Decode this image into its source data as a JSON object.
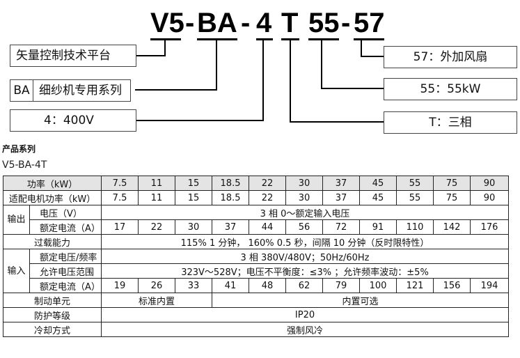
{
  "model_code": {
    "parts": [
      "V5",
      "-",
      "BA",
      "-",
      "4",
      "T",
      "55",
      "-",
      "57"
    ]
  },
  "boxes": {
    "platform": "矢量控制技术平台",
    "ba_code": "BA",
    "ba_desc": "细纱机专用系列",
    "voltage_code": "4：",
    "voltage_value": "400V",
    "fan_code": "57：",
    "fan_desc": "外加风扇",
    "power_code": "55：",
    "power_desc": "55kW",
    "phase_code": "T：",
    "phase_desc": "三相"
  },
  "section": {
    "title": "产品系列",
    "series": "V5-BA-4T"
  },
  "table": {
    "power_row_label": "功率（kW）",
    "motor_row_label": "适配电机功率（kW）",
    "powers": [
      "7.5",
      "11",
      "15",
      "18.5",
      "22",
      "30",
      "37",
      "45",
      "55",
      "75",
      "90"
    ],
    "motor_powers": [
      "7.5",
      "11",
      "15",
      "18.5",
      "22",
      "30",
      "37",
      "45",
      "55",
      "75",
      "90"
    ],
    "output_group": "输出",
    "out_voltage_label": "电压（V）",
    "out_voltage_value": "3 相 0～额定输入电压",
    "out_current_label": "额定电流（A）",
    "out_currents": [
      "17",
      "22",
      "30",
      "37",
      "44",
      "56",
      "72",
      "91",
      "110",
      "142",
      "176"
    ],
    "overload_label": "过载能力",
    "overload_value": "115%  1 分钟，  160%  0.5 秒，间隔  10 分钟（反时限特性）",
    "input_group": "输入",
    "in_voltage_label": "额定电压/频率",
    "in_voltage_value": "3 相 380V/480V；50Hz/60Hz",
    "in_range_label": "允许电压范围",
    "in_range_value": "323V～528V；电压不平衡度：≤3% ；允许频率波动：±5%",
    "in_current_label": "额定电流（A）",
    "in_currents": [
      "19",
      "26",
      "33",
      "41",
      "48",
      "62",
      "79",
      "100",
      "121",
      "156",
      "194"
    ],
    "brake_label": "制动单元",
    "brake_builtin": "标准内置",
    "brake_optional": "内置可选",
    "protection_label": "防护等级",
    "protection_value": "IP20",
    "cooling_label": "冷却方式",
    "cooling_value": "强制风冷"
  }
}
